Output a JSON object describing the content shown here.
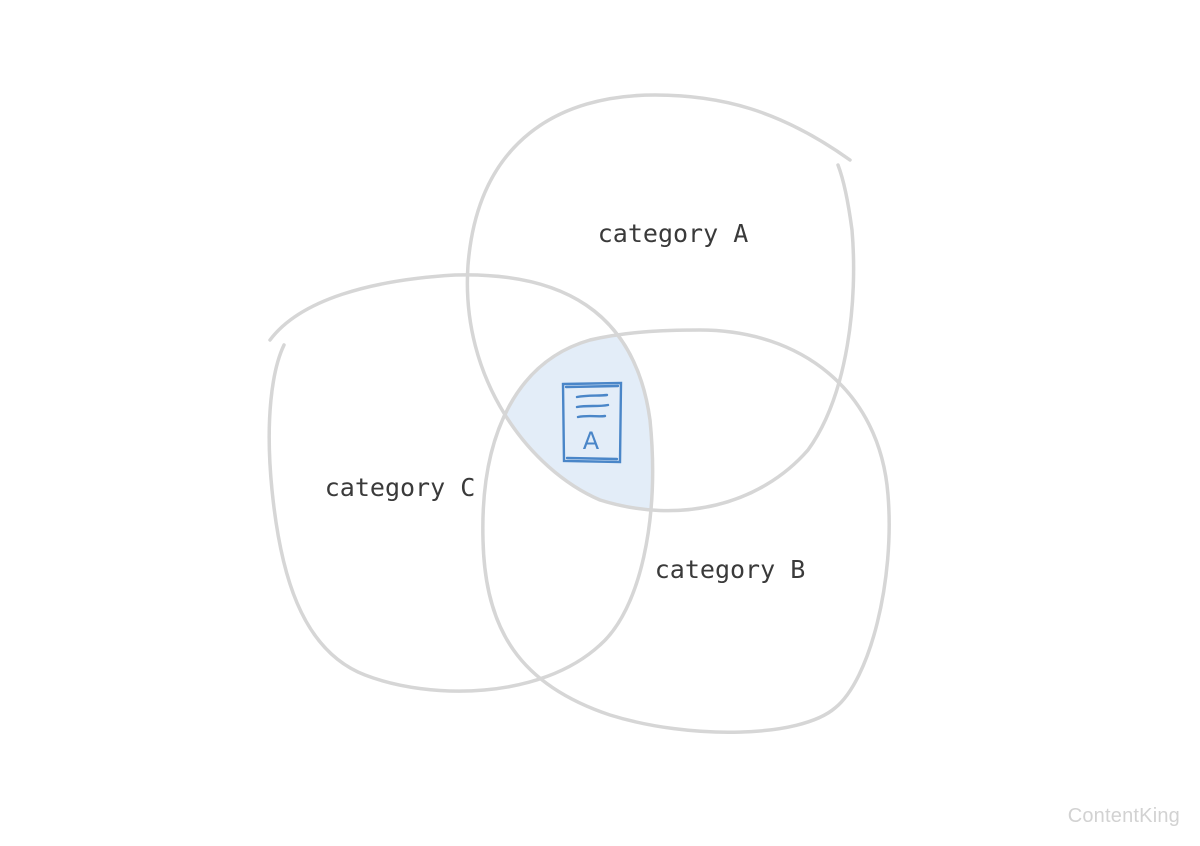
{
  "diagram": {
    "type": "venn",
    "sets": [
      {
        "id": "a",
        "label": "category A"
      },
      {
        "id": "b",
        "label": "category B"
      },
      {
        "id": "c",
        "label": "category C"
      }
    ],
    "highlighted_region": [
      "a",
      "b",
      "c"
    ],
    "document_icon": {
      "name": "document-icon",
      "letter": "A"
    },
    "colors": {
      "outline": "#d6d6d6",
      "highlight_fill": "#e3edf8",
      "icon": "#4a86c8",
      "label": "#3a3a3a"
    }
  },
  "brand": {
    "watermark": "ContentKing"
  }
}
